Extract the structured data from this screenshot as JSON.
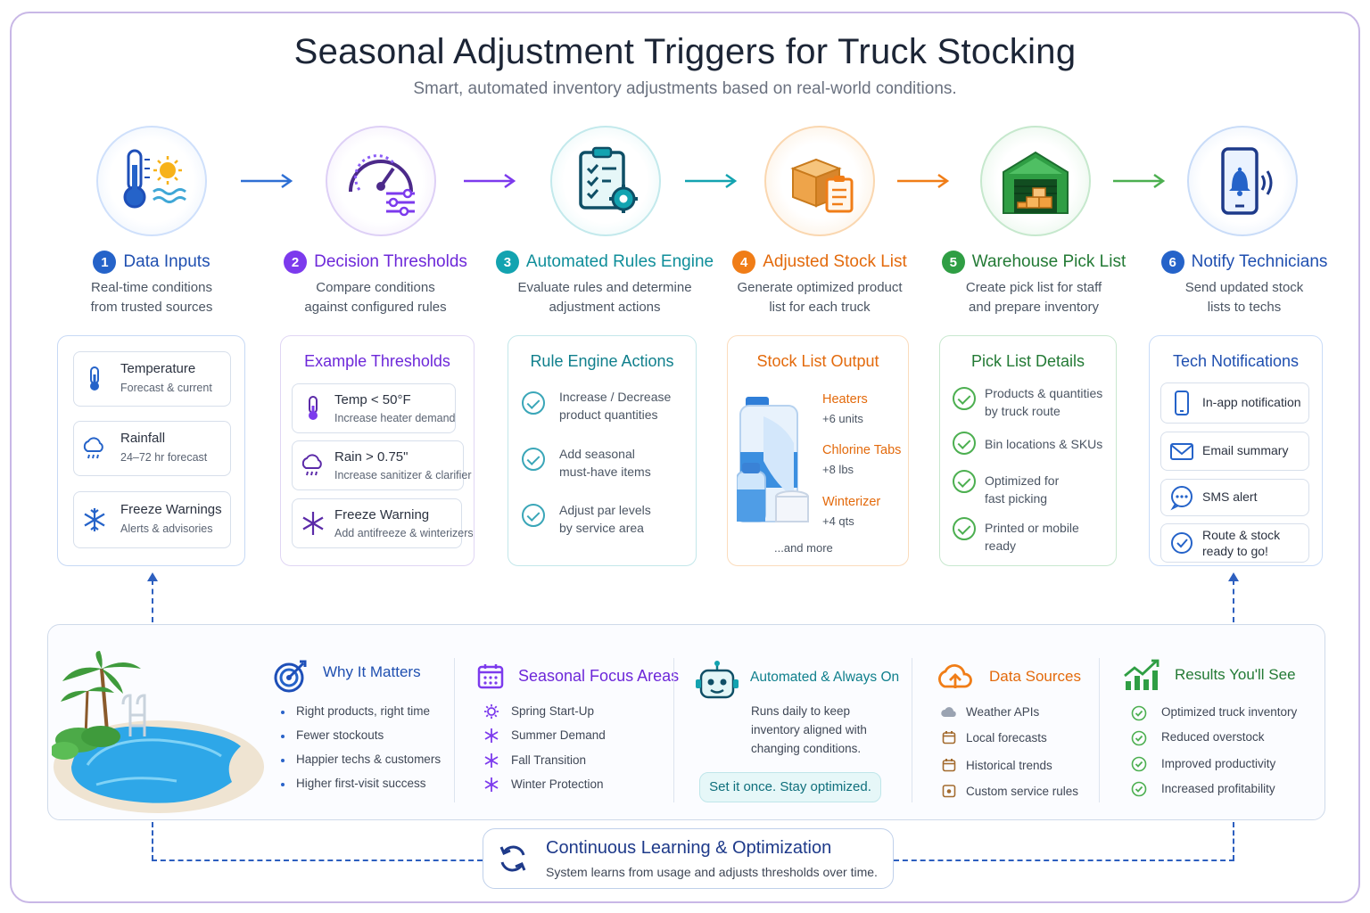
{
  "header": {
    "title": "Seasonal Adjustment Triggers for Truck Stocking",
    "subtitle": "Smart, automated inventory adjustments based on real-world conditions."
  },
  "colors": {
    "blue": "#2563c9",
    "purple": "#7c3aed",
    "teal": "#13a3b0",
    "orange": "#f07d17",
    "green": "#2f9e44",
    "navy": "#1e3a8a"
  },
  "steps": [
    {
      "num": "1",
      "title": "Data Inputs",
      "desc1": "Real-time conditions",
      "desc2": "from trusted sources",
      "icon": "thermometer-sun-icon"
    },
    {
      "num": "2",
      "title": "Decision Thresholds",
      "desc1": "Compare conditions",
      "desc2": "against configured rules",
      "icon": "gauge-sliders-icon"
    },
    {
      "num": "3",
      "title": "Automated Rules Engine",
      "desc1": "Evaluate rules and determine",
      "desc2": "adjustment actions",
      "icon": "clipboard-gear-icon"
    },
    {
      "num": "4",
      "title": "Adjusted Stock List",
      "desc1": "Generate optimized product",
      "desc2": "list for each truck",
      "icon": "box-list-icon"
    },
    {
      "num": "5",
      "title": "Warehouse Pick List",
      "desc1": "Create pick list for staff",
      "desc2": "and prepare inventory",
      "icon": "warehouse-icon"
    },
    {
      "num": "6",
      "title": "Notify Technicians",
      "desc1": "Send updated stock",
      "desc2": "lists to techs",
      "icon": "phone-bell-icon"
    }
  ],
  "data_inputs": [
    {
      "title": "Temperature",
      "sub": "Forecast & current",
      "icon": "thermometer-icon"
    },
    {
      "title": "Rainfall",
      "sub": "24–72 hr forecast",
      "icon": "rain-cloud-icon"
    },
    {
      "title": "Freeze Warnings",
      "sub": "Alerts & advisories",
      "icon": "snowflake-icon"
    }
  ],
  "thresholds": {
    "title": "Example Thresholds",
    "items": [
      {
        "title": "Temp < 50°F",
        "sub": "Increase heater demand",
        "icon": "thermometer-icon"
      },
      {
        "title": "Rain > 0.75\"",
        "sub": "Increase sanitizer & clarifier",
        "icon": "rain-cloud-icon"
      },
      {
        "title": "Freeze Warning",
        "sub": "Add antifreeze & winterizers",
        "icon": "snowflake-icon"
      }
    ]
  },
  "rule_engine": {
    "title": "Rule Engine Actions",
    "items": [
      {
        "l1": "Increase / Decrease",
        "l2": "product quantities"
      },
      {
        "l1": "Add seasonal",
        "l2": "must-have items"
      },
      {
        "l1": "Adjust par levels",
        "l2": "by service area"
      }
    ]
  },
  "stock_list": {
    "title": "Stock List Output",
    "items": [
      {
        "name": "Heaters",
        "qty": "+6 units"
      },
      {
        "name": "Chlorine Tabs",
        "qty": "+8 lbs"
      },
      {
        "name": "Winterizer",
        "qty": "+4 qts"
      }
    ],
    "more": "...and more"
  },
  "pick_list": {
    "title": "Pick List Details",
    "items": [
      {
        "l1": "Products & quantities",
        "l2": "by truck route"
      },
      {
        "l1": "Bin locations & SKUs",
        "l2": ""
      },
      {
        "l1": "Optimized for",
        "l2": "fast picking"
      },
      {
        "l1": "Printed or mobile",
        "l2": "ready"
      }
    ]
  },
  "notifications": {
    "title": "Tech Notifications",
    "items": [
      {
        "l1": "In-app notification",
        "l2": "",
        "icon": "phone-icon"
      },
      {
        "l1": "Email summary",
        "l2": "",
        "icon": "envelope-icon"
      },
      {
        "l1": "SMS alert",
        "l2": "",
        "icon": "chat-icon"
      },
      {
        "l1": "Route & stock",
        "l2": "ready to go!",
        "icon": "check-circle-icon"
      }
    ]
  },
  "why": {
    "title": "Why It Matters",
    "items": [
      "Right products, right time",
      "Fewer stockouts",
      "Happier techs & customers",
      "Higher first-visit success"
    ]
  },
  "seasonal": {
    "title": "Seasonal Focus Areas",
    "items": [
      "Spring Start-Up",
      "Summer Demand",
      "Fall Transition",
      "Winter Protection"
    ]
  },
  "automated": {
    "title": "Automated & Always On",
    "l1": "Runs daily to keep",
    "l2": "inventory aligned with",
    "l3": "changing conditions.",
    "pill": "Set it once. Stay optimized."
  },
  "sources": {
    "title": "Data Sources",
    "items": [
      "Weather APIs",
      "Local forecasts",
      "Historical trends",
      "Custom service rules"
    ]
  },
  "results": {
    "title": "Results You'll See",
    "items": [
      "Optimized truck inventory",
      "Reduced overstock",
      "Improved productivity",
      "Increased profitability"
    ]
  },
  "loop": {
    "title": "Continuous Learning & Optimization",
    "sub": "System learns from usage and adjusts thresholds over time."
  }
}
